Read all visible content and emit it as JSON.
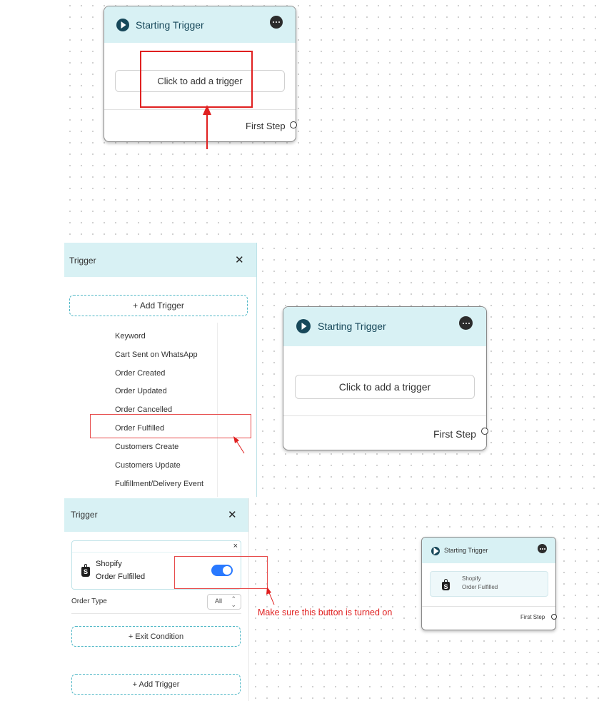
{
  "top_node": {
    "title": "Starting Trigger",
    "add_trigger_label": "Click to add a trigger",
    "next_step_label": "First Step"
  },
  "trigger_panel": {
    "title": "Trigger",
    "close_label": "✕",
    "add_trigger_label": "+ Add Trigger",
    "menu_items": [
      "Keyword",
      "Cart Sent on WhatsApp",
      "Order Created",
      "Order Updated",
      "Order Cancelled",
      "Order Fulfilled",
      "Customers Create",
      "Customers Update",
      "Fulfillment/Delivery Event"
    ],
    "highlighted_item": "Order Fulfilled"
  },
  "middle_node": {
    "title": "Starting Trigger",
    "add_trigger_label": "Click to add a trigger",
    "next_step_label": "First Step"
  },
  "config_panel": {
    "title": "Trigger",
    "close_label": "✕",
    "card_close_label": "×",
    "trigger_source": "Shopify",
    "trigger_event": "Order Fulfilled",
    "toggle_on": true,
    "order_type_label": "Order Type",
    "order_type_value": "All",
    "exit_condition_label": "+ Exit Condition",
    "add_trigger_label": "+ Add Trigger"
  },
  "small_node": {
    "title": "Starting Trigger",
    "trigger_source": "Shopify",
    "trigger_event": "Order Fulfilled",
    "next_step_label": "First Step"
  },
  "annotation": {
    "note": "Make sure this button is turned on"
  },
  "colors": {
    "header_bg": "#d8f1f4",
    "accent": "#4fb7c6",
    "toggle": "#2979ff",
    "annotation_red": "#e02020"
  }
}
